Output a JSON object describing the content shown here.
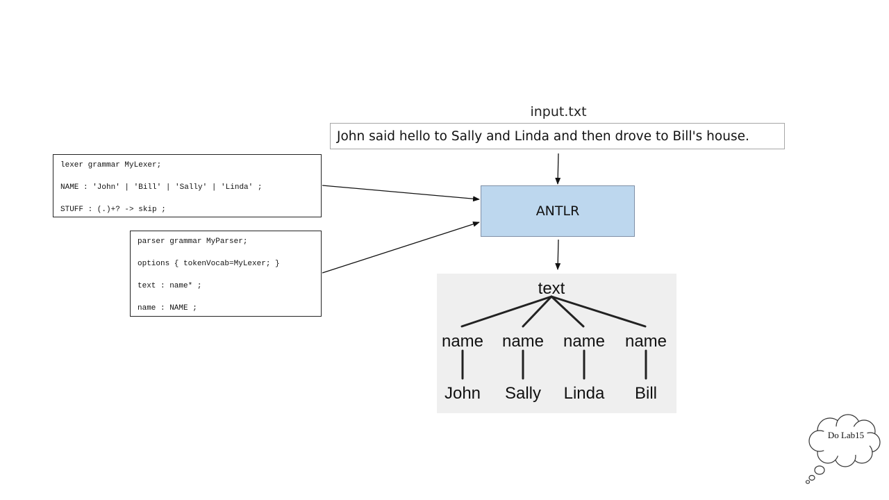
{
  "input": {
    "label": "input.txt",
    "text": "John said hello to Sally and Linda and then drove to Bill's house."
  },
  "lexer_grammar": {
    "lines": [
      "lexer grammar MyLexer;",
      "NAME : 'John' | 'Bill' | 'Sally' | 'Linda' ;",
      "STUFF : (.)+? -> skip ;"
    ]
  },
  "parser_grammar": {
    "lines": [
      "parser grammar MyParser;",
      "options { tokenVocab=MyLexer; }",
      "text : name* ;",
      "name : NAME ;"
    ]
  },
  "tool": {
    "label": "ANTLR",
    "fill_color": "#bdd7ee"
  },
  "parse_tree": {
    "root": "text",
    "nodes": [
      "name",
      "name",
      "name",
      "name"
    ],
    "leaves": [
      "John",
      "Sally",
      "Linda",
      "Bill"
    ]
  },
  "thought_cloud": {
    "text": "Do Lab15"
  }
}
